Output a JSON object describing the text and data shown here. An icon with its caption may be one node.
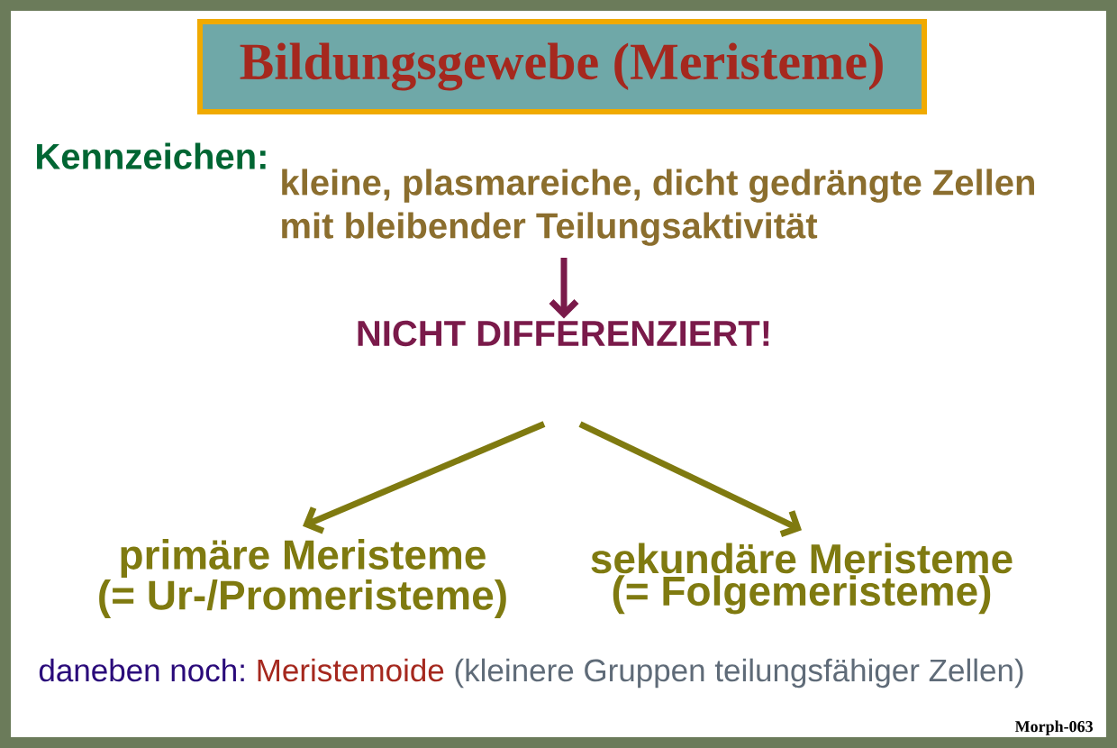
{
  "diagram": {
    "title": "Bildungsgewebe (Meristeme)",
    "nodes": [
      {
        "text": [
          "Kennzeichen:",
          "kleine, plasmareiche, dicht gedrängte Zellen mit bleibender Teilungsaktivität"
        ]
      },
      {
        "text": [
          "NICHT DIFFERENZIERT!"
        ]
      },
      {
        "text": [
          "primäre Meristeme",
          "(= Ur-/Promeristeme)"
        ]
      },
      {
        "text": [
          "sekundäre Meristeme",
          "(= Folgemeristeme)"
        ]
      }
    ],
    "edges": [
      {
        "from": 0,
        "to": 1,
        "arrow": "to",
        "color": "#7a1a4a"
      },
      {
        "from": 1,
        "to": 2,
        "arrow": "to"
      },
      {
        "from": 1,
        "to": 3,
        "arrow": "to"
      }
    ],
    "labels": [
      "daneben noch:",
      "Meristemoide",
      "(kleinere Gruppen teilungsfähiger Zellen)",
      "Morph-063"
    ]
  }
}
